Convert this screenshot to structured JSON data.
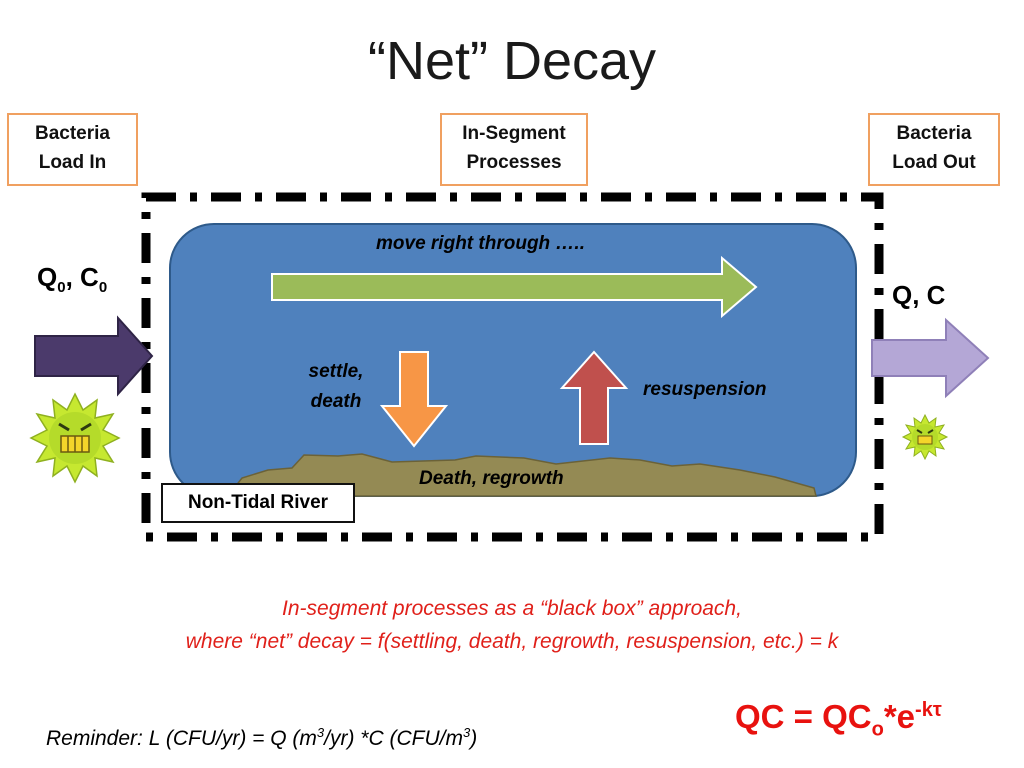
{
  "title": "“Net” Decay",
  "labels": {
    "load_in": [
      "Bacteria",
      "Load In"
    ],
    "in_segment": [
      "In-Segment",
      "Processes"
    ],
    "load_out": [
      "Bacteria",
      "Load Out"
    ]
  },
  "flows": {
    "inflow": {
      "q": "Q",
      "q_sub": "0",
      "sep": ", ",
      "c": "C",
      "c_sub": "0"
    },
    "outflow": "Q, C"
  },
  "processes": {
    "move": "move right through …..",
    "settle": [
      "settle,",
      "death"
    ],
    "resuspension": "resuspension",
    "bed": "Death, regrowth"
  },
  "segment_label": "Non-Tidal River",
  "notes": [
    "In-segment processes as a “black box” approach,",
    "where “net” decay = f(settling, death, regrowth, resuspension, etc.) = k"
  ],
  "formula": {
    "lhs": "QC = QC",
    "sub": "o",
    "mid": "*e",
    "sup": "-kτ"
  },
  "reminder": {
    "a": "Reminder: L (CFU/yr) = Q (m",
    "sup1": "3",
    "b": "/yr) *C (CFU/m",
    "sup2": "3",
    "c": ")"
  },
  "colors": {
    "water": "#4f81bd",
    "move_arrow": "#9bbb59",
    "settle_arrow": "#f79646",
    "resuspend_arrow": "#c0504d",
    "inflow_arrow": "#4b3a6b",
    "outflow_arrow": "#b4a7d6",
    "sediment": "#948a54",
    "label_border": "#f0a060",
    "note_red": "#e0201a"
  },
  "icons": [
    "bacteria-icon-large",
    "bacteria-icon-small"
  ]
}
